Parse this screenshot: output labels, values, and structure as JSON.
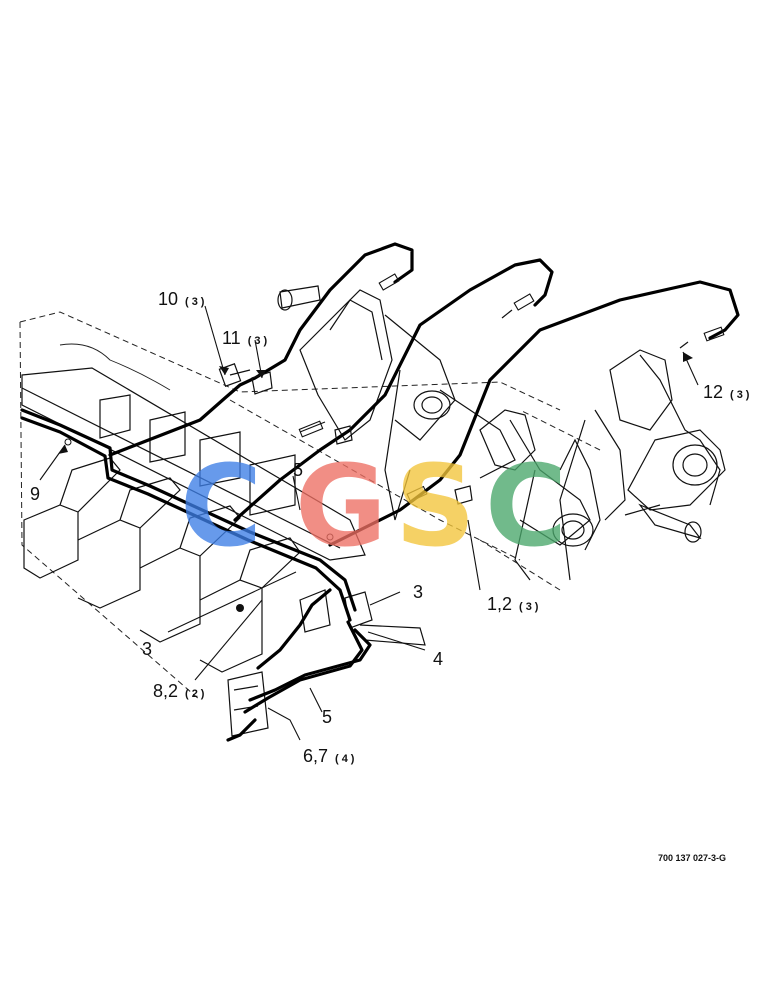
{
  "figure_code": "700 137 027-3-G",
  "callouts": [
    {
      "id": "c10",
      "num": "10",
      "qty": "(3)"
    },
    {
      "id": "c11",
      "num": "11",
      "qty": "(3)"
    },
    {
      "id": "c12",
      "num": "12",
      "qty": "(3)"
    },
    {
      "id": "c9",
      "num": "9",
      "qty": ""
    },
    {
      "id": "c5a",
      "num": "5",
      "qty": ""
    },
    {
      "id": "c12b",
      "num": "1,2",
      "qty": "(3)"
    },
    {
      "id": "c3a",
      "num": "3",
      "qty": ""
    },
    {
      "id": "c3b",
      "num": "3",
      "qty": ""
    },
    {
      "id": "c4",
      "num": "4",
      "qty": ""
    },
    {
      "id": "c82",
      "num": "8,2",
      "qty": "(2)"
    },
    {
      "id": "c5b",
      "num": "5",
      "qty": ""
    },
    {
      "id": "c67",
      "num": "6,7",
      "qty": "(4)"
    }
  ],
  "watermark": {
    "letters": [
      "C",
      "G",
      "S",
      "C"
    ],
    "colors": [
      "#3d7ee6",
      "#ee6f63",
      "#f3c53a",
      "#4aa76b"
    ]
  }
}
